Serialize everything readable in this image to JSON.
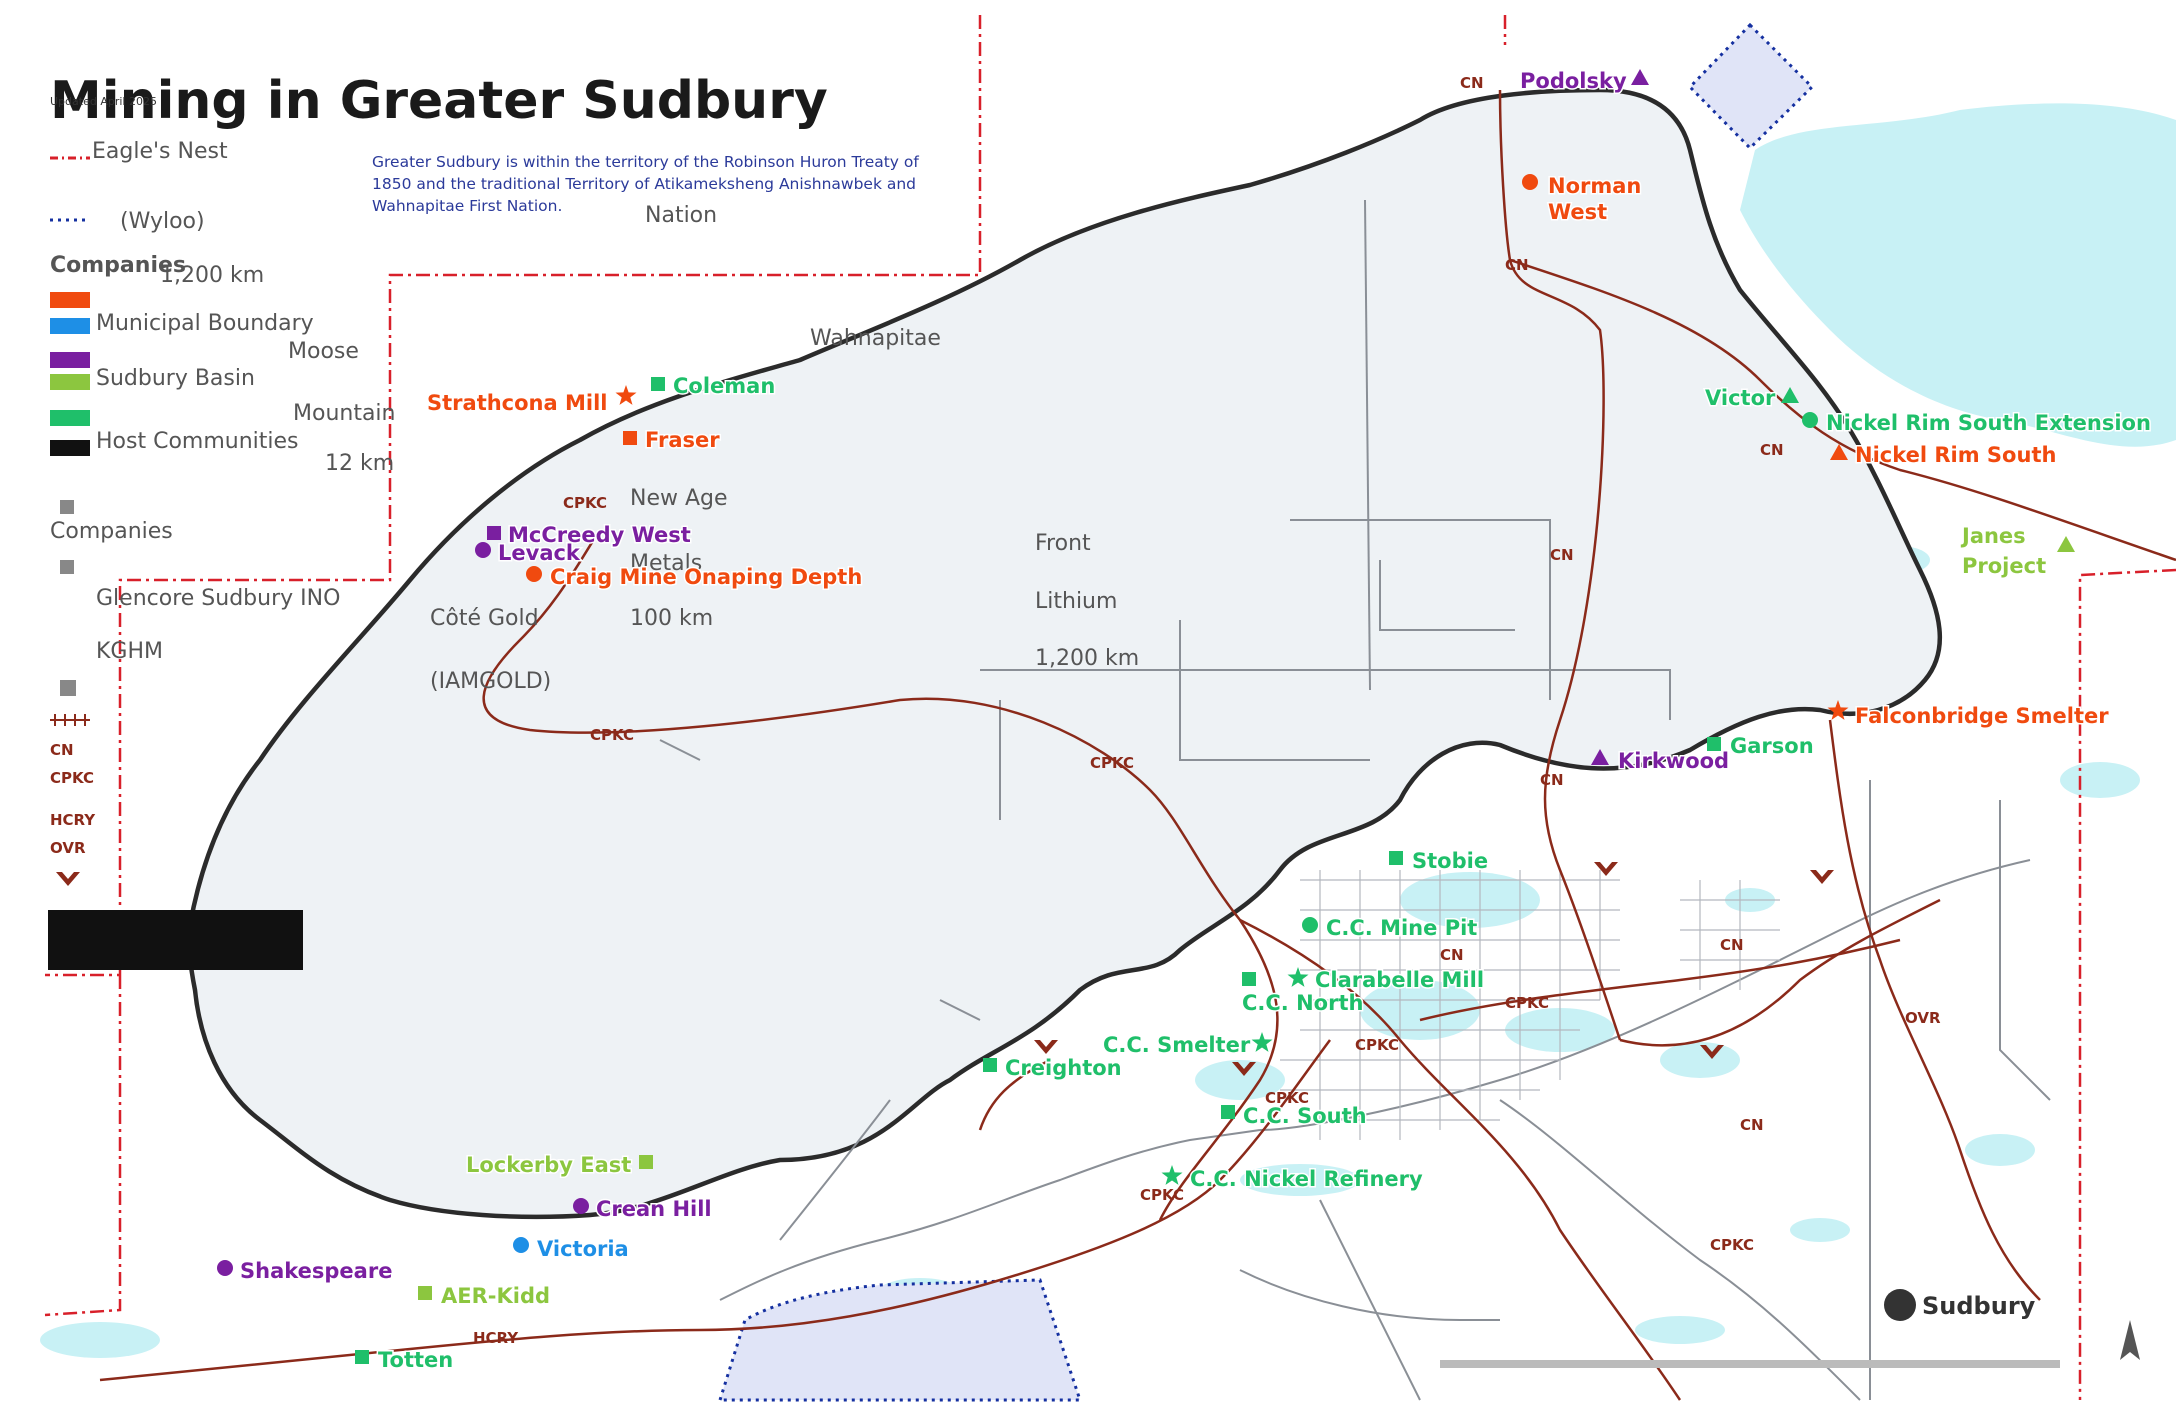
{
  "title": "Mining in Greater Sudbury",
  "updated": "Updated April 2025",
  "territory_note": [
    "Greater Sudbury is within the territory of the Robinson Huron Treaty of",
    "1850 and the traditional Territory of Atikameksheng Anishnawbek and",
    "Wahnapitae First Nation."
  ],
  "colors": {
    "orange": "#f04a0f",
    "purple": "#7a1fa0",
    "green": "#1fbf6a",
    "lime": "#8cc63f",
    "blue": "#1e8fe6",
    "rail": "#8b2a1a",
    "basin": "#2b2b2b",
    "water": "#c8f1f5",
    "boundary": "#d8202a"
  },
  "legend": {
    "companies_heading": "Companies",
    "items": [
      {
        "label": "Municipal Boundary",
        "icon": "boundary-line-icon"
      },
      {
        "label": "Sudbury Basin",
        "icon": "basin-line-icon"
      },
      {
        "label": "Host Communities",
        "icon": "host-community-icon"
      },
      {
        "label": "Glencore Sudbury INO",
        "icon": "glencore-icon"
      },
      {
        "label": "KGHM",
        "icon": "kghm-icon"
      }
    ],
    "ghost_labels": [
      "Eagle's Nest",
      "(Wyloo)",
      "1,200 km",
      "Moose",
      "Mountain",
      "12 km",
      "Côté Gold",
      "(IAMGOLD)",
      "New Age",
      "Metals",
      "100 km",
      "Wahnapitae",
      "Front",
      "Lithium",
      "1,200 km",
      "Nation"
    ]
  },
  "rail_labels": [
    "CN",
    "CN",
    "CN",
    "CN",
    "CN",
    "CN",
    "CN",
    "CN",
    "CPKC",
    "CPKC",
    "CPKC",
    "CPKC",
    "CPKC",
    "CPKC",
    "CPKC",
    "CPKC",
    "HCRY",
    "OVR"
  ],
  "sites": [
    {
      "name": "Podolsky",
      "color": "purple",
      "symbol": "triangle"
    },
    {
      "name": "Norman",
      "name2": "West",
      "color": "orange",
      "symbol": "circle"
    },
    {
      "name": "Coleman",
      "color": "green",
      "symbol": "square"
    },
    {
      "name": "Strathcona Mill",
      "color": "orange",
      "symbol": "star"
    },
    {
      "name": "Fraser",
      "color": "orange",
      "symbol": "square"
    },
    {
      "name": "McCreedy West",
      "color": "purple",
      "symbol": "square"
    },
    {
      "name": "Levack",
      "color": "purple",
      "symbol": "circle"
    },
    {
      "name": "Craig Mine Onaping Depth",
      "color": "orange",
      "symbol": "circle"
    },
    {
      "name": "Victor",
      "color": "green",
      "symbol": "triangle"
    },
    {
      "name": "Nickel Rim South Extension",
      "color": "green",
      "symbol": "circle"
    },
    {
      "name": "Nickel Rim South",
      "color": "orange",
      "symbol": "triangle"
    },
    {
      "name": "Janes",
      "name2": "Project",
      "color": "lime",
      "symbol": "triangle"
    },
    {
      "name": "Falconbridge Smelter",
      "color": "orange",
      "symbol": "star"
    },
    {
      "name": "Kirkwood",
      "color": "purple",
      "symbol": "triangle"
    },
    {
      "name": "Garson",
      "color": "green",
      "symbol": "square"
    },
    {
      "name": "Stobie",
      "color": "green",
      "symbol": "square"
    },
    {
      "name": "C.C. Mine Pit",
      "color": "green",
      "symbol": "circle"
    },
    {
      "name": "Clarabelle Mill",
      "color": "green",
      "symbol": "star"
    },
    {
      "name": "C.C. North",
      "color": "green",
      "symbol": "square"
    },
    {
      "name": "C.C. Smelter",
      "color": "green",
      "symbol": "star"
    },
    {
      "name": "Creighton",
      "color": "green",
      "symbol": "square"
    },
    {
      "name": "C.C. South",
      "color": "green",
      "symbol": "square"
    },
    {
      "name": "C.C. Nickel Refinery",
      "color": "green",
      "symbol": "star"
    },
    {
      "name": "Lockerby East",
      "color": "lime",
      "symbol": "square"
    },
    {
      "name": "Crean Hill",
      "color": "purple",
      "symbol": "circle"
    },
    {
      "name": "Victoria",
      "color": "blue",
      "symbol": "circle"
    },
    {
      "name": "Shakespeare",
      "color": "purple",
      "symbol": "circle"
    },
    {
      "name": "AER-Kidd",
      "color": "lime",
      "symbol": "square"
    },
    {
      "name": "Totten",
      "color": "green",
      "symbol": "square"
    }
  ],
  "logo_text": "Sudbury"
}
